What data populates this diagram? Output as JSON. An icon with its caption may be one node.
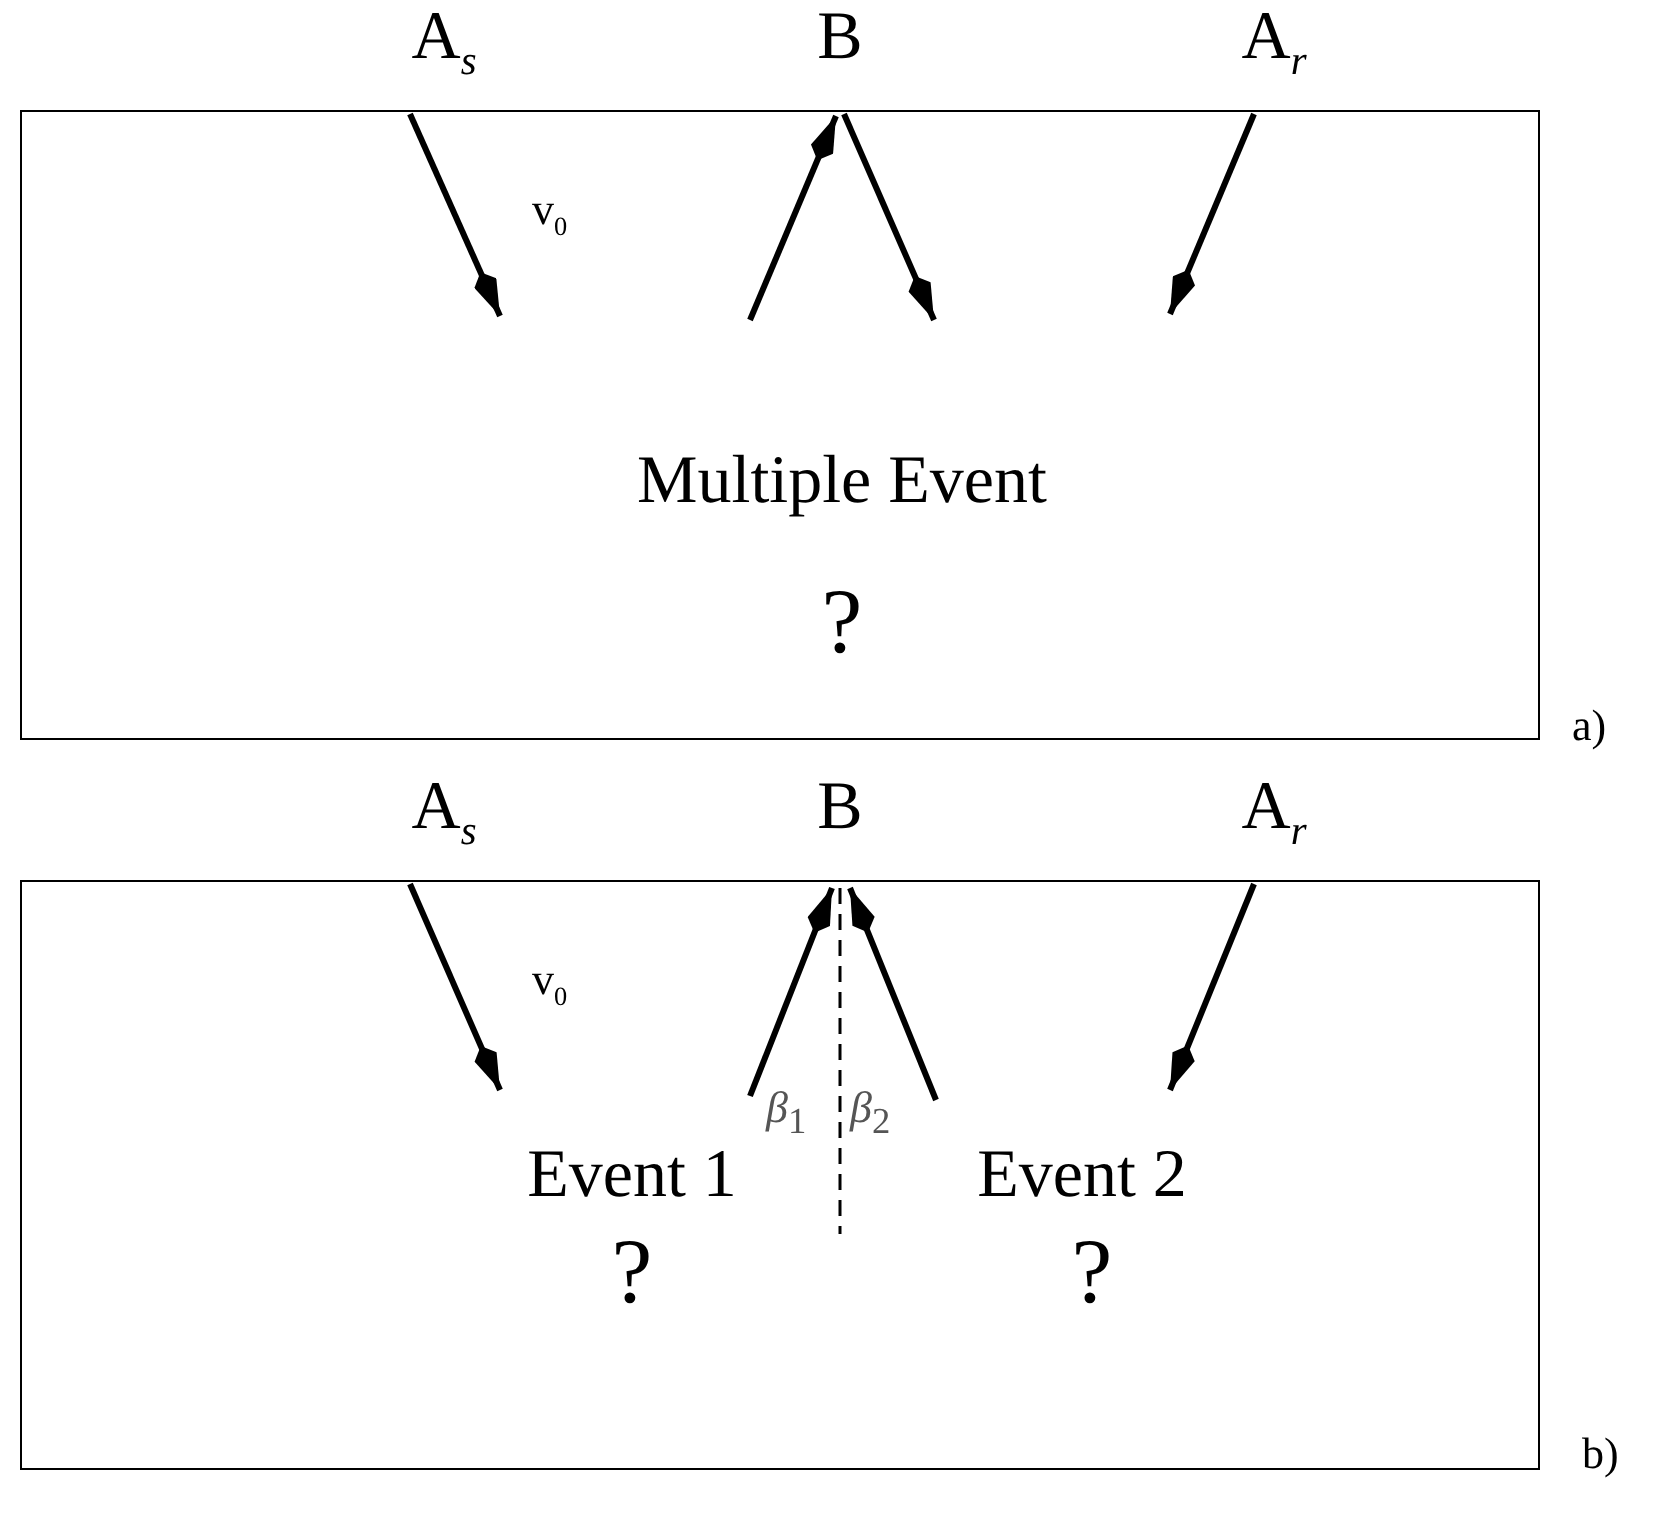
{
  "diagram": {
    "nodes": [
      {
        "text": [
          "v$_{0}$",
          "Multiple Event",
          "?"
        ],
        "beside": [
          "a)"
        ]
      },
      {
        "text": [
          "v$_{0}$",
          "β$_{1}$",
          "β$_{2}$",
          "Event 1",
          "?",
          "Event 2",
          "?"
        ],
        "beside": [
          "b)"
        ]
      }
    ],
    "labels": [
      "A$_{s}$",
      "B",
      "A$_{r}$",
      "A$_{s}$",
      "B",
      "A$_{r}$"
    ]
  }
}
